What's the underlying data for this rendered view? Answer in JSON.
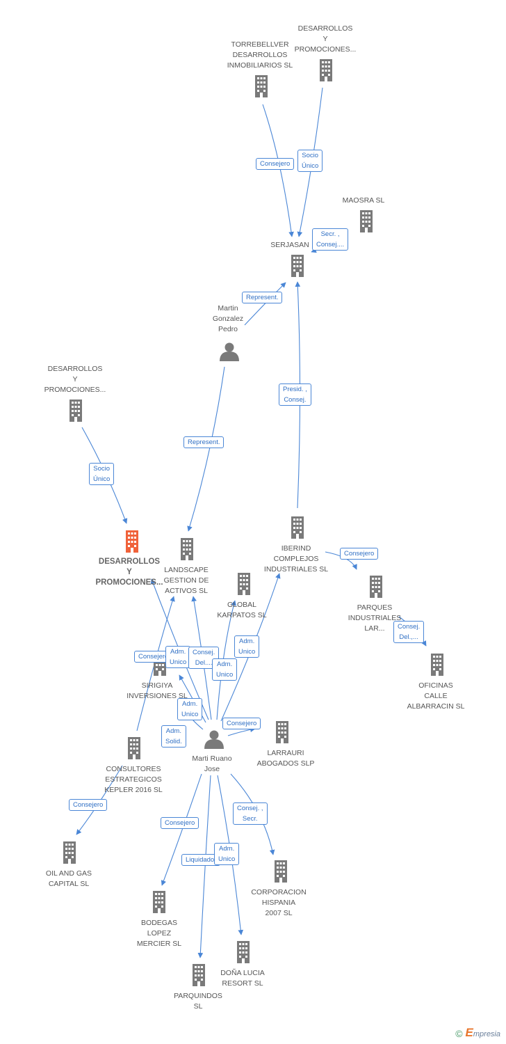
{
  "colors": {
    "edge": "#4a86d6",
    "node": "#7a7a7a",
    "main_node": "#f0623a",
    "person": "#7a7a7a"
  },
  "nodes": [
    {
      "id": "desarrollos-main",
      "kind": "company",
      "main": true,
      "label": "DESARROLLOS\nY\nPROMOCIONES..."
    },
    {
      "id": "torrebellver",
      "kind": "company",
      "label": "TORREBELLVER\nDESARROLLOS\nINMOBILIARIOS SL"
    },
    {
      "id": "desarrollos-top",
      "kind": "company",
      "label": "DESARROLLOS\nY\nPROMOCIONES..."
    },
    {
      "id": "maosra",
      "kind": "company",
      "label": "MAOSRA  SL"
    },
    {
      "id": "serjasan",
      "kind": "company",
      "label": "SERJASAN"
    },
    {
      "id": "martin-gonzalez",
      "kind": "person",
      "label": "Martin\nGonzalez\nPedro"
    },
    {
      "id": "desarrollos-left",
      "kind": "company",
      "label": "DESARROLLOS\nY\nPROMOCIONES..."
    },
    {
      "id": "landscape",
      "kind": "company",
      "label": "LANDSCAPE\nGESTION DE\nACTIVOS  SL"
    },
    {
      "id": "iberind",
      "kind": "company",
      "label": "IBERIND\nCOMPLEJOS\nINDUSTRIALES SL"
    },
    {
      "id": "global-karpatos",
      "kind": "company",
      "label": "GLOBAL\nKARPATOS SL"
    },
    {
      "id": "parques",
      "kind": "company",
      "label": "PARQUES\nINDUSTRIALES\nLAR..."
    },
    {
      "id": "sirigiya",
      "kind": "company",
      "label": "SIRIGIYA\nINVERSIONES SL"
    },
    {
      "id": "oficinas",
      "kind": "company",
      "label": "OFICINAS\nCALLE\nALBARRACIN SL"
    },
    {
      "id": "marti-ruano",
      "kind": "person",
      "label": "Marti Ruano\nJose"
    },
    {
      "id": "larrauri",
      "kind": "company",
      "label": "LARRAURI\nABOGADOS SLP"
    },
    {
      "id": "consultores",
      "kind": "company",
      "label": "CONSULTORES\nESTRATEGICOS\nKEPLER 2016  SL"
    },
    {
      "id": "oil-gas",
      "kind": "company",
      "label": "OIL AND GAS\nCAPITAL SL"
    },
    {
      "id": "corporacion",
      "kind": "company",
      "label": "CORPORACION\nHISPANIA\n2007 SL"
    },
    {
      "id": "bodegas",
      "kind": "company",
      "label": "BODEGAS\nLOPEZ\nMERCIER SL"
    },
    {
      "id": "dona-lucia",
      "kind": "company",
      "label": "DOÑA LUCIA\nRESORT SL"
    },
    {
      "id": "parquindos",
      "kind": "company",
      "label": "PARQUINDOS\nSL"
    }
  ],
  "edges": [
    {
      "id": "torrebellver-serjasan",
      "label": "Consejero"
    },
    {
      "id": "desarrollos-top-serjasan",
      "label": "Socio\nÚnico"
    },
    {
      "id": "maosra-serjasan",
      "label": "Secr. ,\nConsej...."
    },
    {
      "id": "martin-serjasan",
      "label": "Represent."
    },
    {
      "id": "iberind-serjasan",
      "label": "Presid. ,\nConsej."
    },
    {
      "id": "martin-landscape",
      "label": "Represent."
    },
    {
      "id": "desarrollos-left-main",
      "label": "Socio\nÚnico"
    },
    {
      "id": "iberind-parques",
      "label": "Consejero"
    },
    {
      "id": "parques-oficinas",
      "label": "Consej.\nDel.,..."
    },
    {
      "id": "consultores-landscape",
      "label": "Consejero"
    },
    {
      "id": "marti-main",
      "label": "Adm.\nUnico"
    },
    {
      "id": "marti-landscape",
      "label": "Consej.\nDel...."
    },
    {
      "id": "marti-global",
      "label": "Adm.\nUnico"
    },
    {
      "id": "marti-iberind",
      "label": "Adm.\nUnico"
    },
    {
      "id": "marti-sirigiya",
      "label": "Adm.\nUnico"
    },
    {
      "id": "marti-sirigiya-solid",
      "label": "Adm.\nSolid."
    },
    {
      "id": "marti-larrauri",
      "label": "Consejero"
    },
    {
      "id": "consultores-oil",
      "label": "Consejero"
    },
    {
      "id": "marti-corporacion",
      "label": "Consej. ,\nSecr."
    },
    {
      "id": "marti-bodegas",
      "label": "Consejero"
    },
    {
      "id": "marti-parquindos",
      "label": "Liquidador"
    },
    {
      "id": "marti-dona",
      "label": "Adm.\nUnico"
    }
  ],
  "footer": {
    "copyright": "©",
    "brand_e": "E",
    "brand_rest": "mpresia"
  }
}
